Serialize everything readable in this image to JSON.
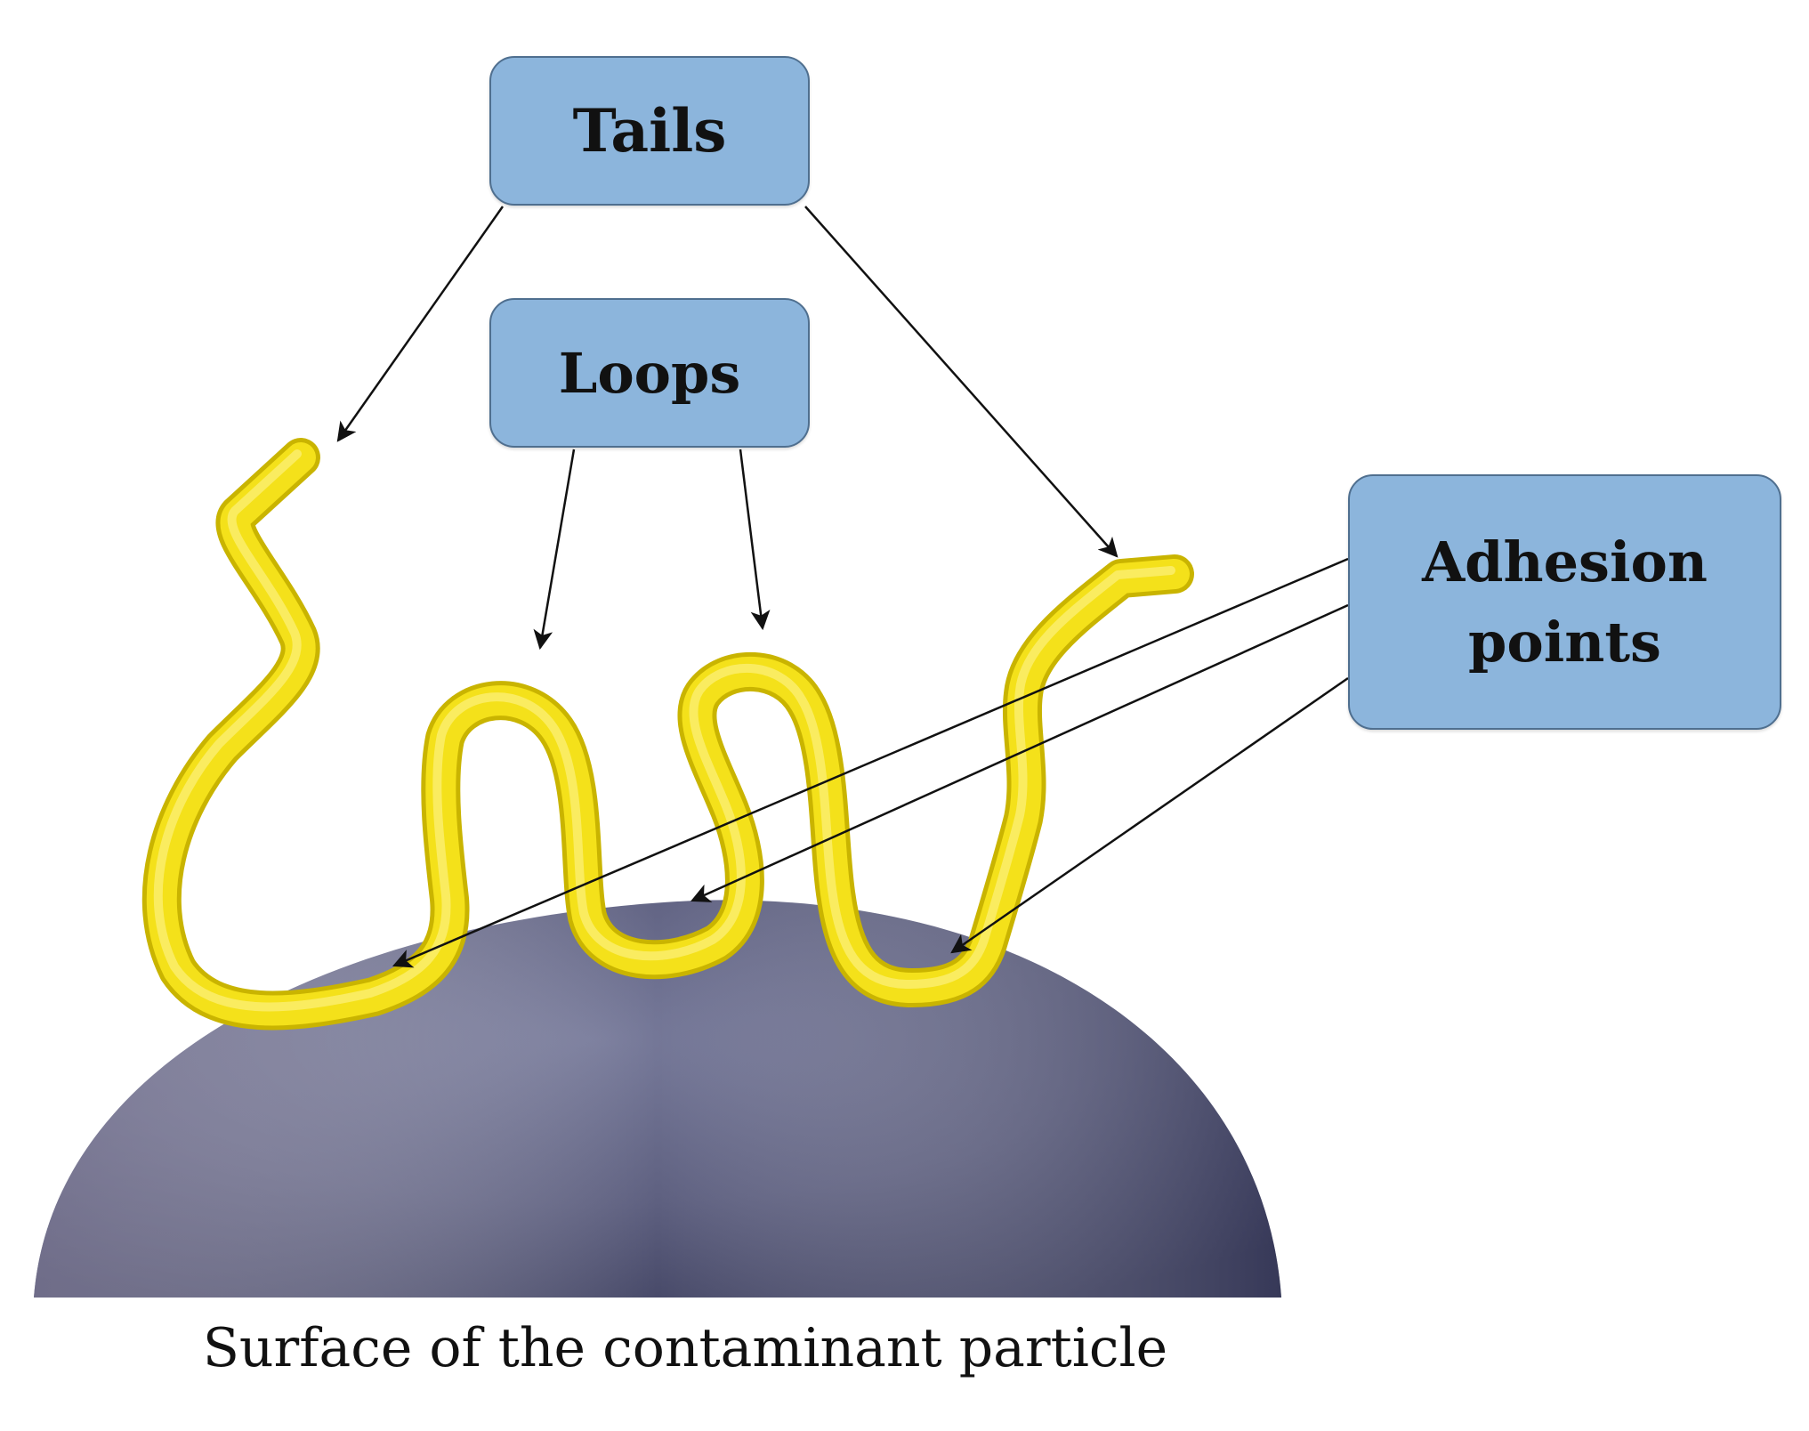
{
  "labels": {
    "tails": "Tails",
    "loops": "Loops",
    "adhesion_line1": "Adhesion",
    "adhesion_line2": "points"
  },
  "caption": "Surface of the contaminant particle",
  "colors": {
    "box_fill": "#8cb5dc",
    "box_border": "#4f6f8f",
    "polymer_chain": "#f4e11a",
    "particle_surface": "#5c5e7c",
    "arrow": "#111111"
  }
}
